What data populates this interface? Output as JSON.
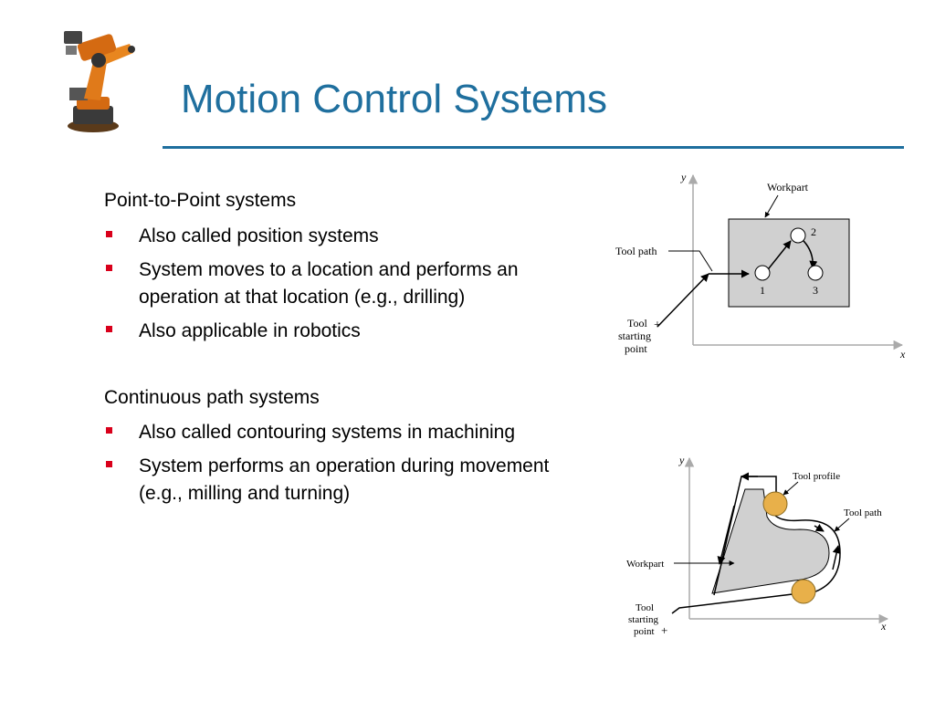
{
  "slide": {
    "title": "Motion Control Systems",
    "logo_icon": "robot-arm-icon",
    "accent_color": "#1f6f9e",
    "bullet_color": "#d9001b"
  },
  "sections": [
    {
      "heading": "Point-to-Point systems",
      "bullets": [
        [
          "Also called position systems"
        ],
        [
          "System moves to a location and performs an",
          "operation at that location (e.g., drilling)"
        ],
        [
          "Also applicable in robotics"
        ]
      ]
    },
    {
      "heading": "Continuous path systems",
      "bullets": [
        [
          "Also called contouring systems in machining"
        ],
        [
          "System performs an operation during movement",
          "(e.g., milling and turning)"
        ]
      ]
    }
  ],
  "diagram_ptp": {
    "y_axis": "y",
    "x_axis": "x",
    "workpart": "Workpart",
    "tool_path": "Tool path",
    "start": [
      "Tool",
      "starting",
      "point"
    ],
    "points": [
      "1",
      "2",
      "3"
    ]
  },
  "diagram_cp": {
    "y_axis": "y",
    "x_axis": "x",
    "tool_profile": "Tool profile",
    "tool_path": "Tool path",
    "workpart": "Workpart",
    "start": [
      "Tool",
      "starting",
      "point"
    ]
  }
}
